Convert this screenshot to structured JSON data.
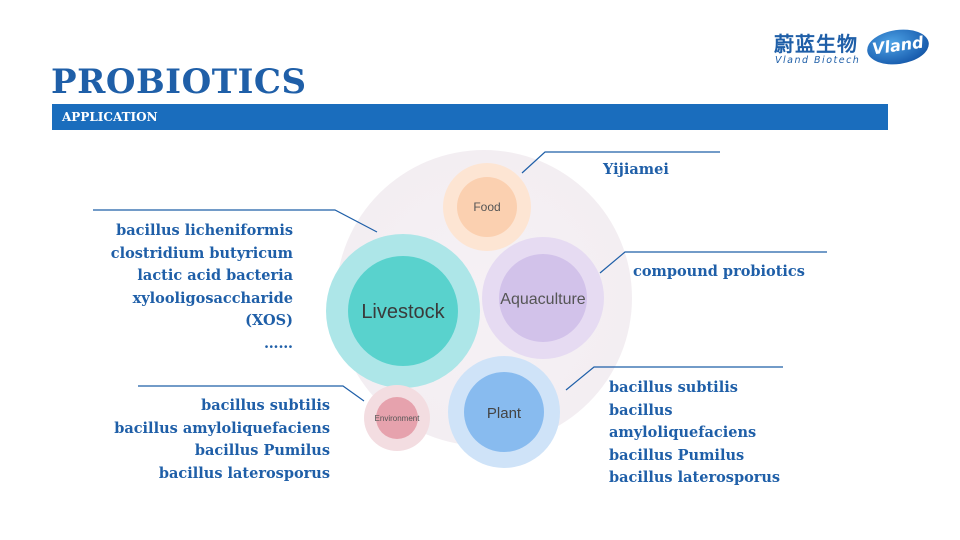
{
  "header": {
    "title": "PROBIOTICS",
    "section_label": "APPLICATION"
  },
  "logo": {
    "chinese_name": "蔚蓝生物",
    "english_name": "Vland Biotech",
    "badge_text": "Vland"
  },
  "circles": {
    "food": "Food",
    "livestock": "Livestock",
    "aquaculture": "Aquaculture",
    "environment": "Environment",
    "plant": "Plant"
  },
  "labels": {
    "food": [
      "Yijiamei"
    ],
    "livestock": [
      "bacillus licheniformis",
      "clostridium butyricum",
      "lactic acid bacteria",
      "xylooligosaccharide",
      "(XOS)",
      "……"
    ],
    "aquaculture": [
      "compound probiotics"
    ],
    "environment": [
      "bacillus subtilis",
      "bacillus amyloliquefaciens",
      "bacillus Pumilus",
      "bacillus laterosporus"
    ],
    "plant": [
      "bacillus subtilis",
      "bacillus",
      "amyloliquefaciens",
      "bacillus Pumilus",
      "bacillus laterosporus"
    ]
  },
  "colors": {
    "title_blue": "#1f5fa8",
    "bar_blue": "#1a6dbd",
    "food": "#f9c7a2",
    "livestock": "#4fd3cf",
    "aquaculture": "#c8b4e4",
    "environment": "#e49aa6",
    "plant": "#7fb6ee"
  }
}
